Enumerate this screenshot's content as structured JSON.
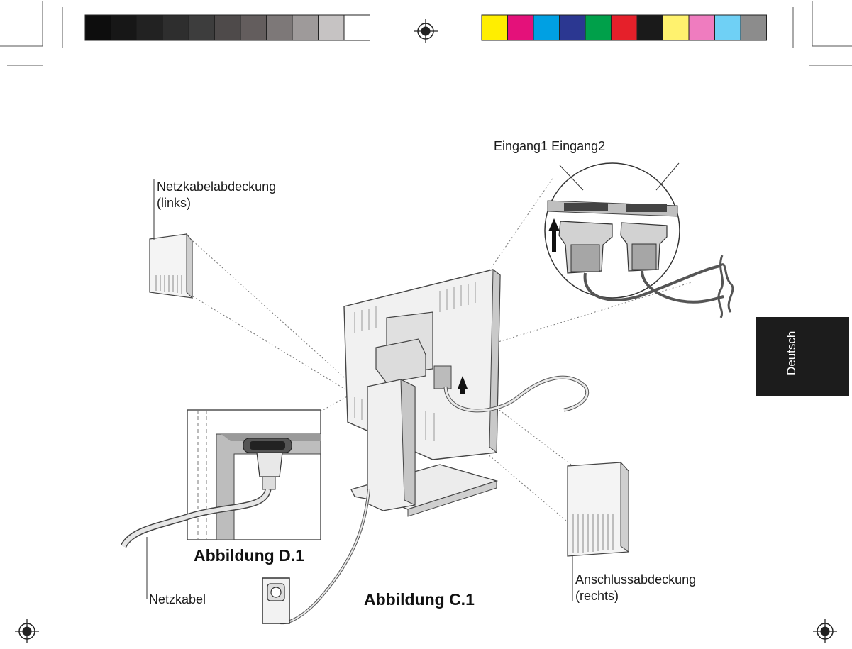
{
  "labels": {
    "inputs": "Eingang1 Eingang2",
    "cover_left_line1": "Netzkabelabdeckung",
    "cover_left_line2": "(links)",
    "cover_right_line1": "Anschlussabdeckung",
    "cover_right_line2": "(rechts)",
    "power_cable": "Netzkabel"
  },
  "captions": {
    "figure_d1": "Abbildung D.1",
    "figure_c1": "Abbildung C.1"
  },
  "side_tab": {
    "language": "Deutsch"
  },
  "color_bar": {
    "grayscale": [
      "#0d0d0d",
      "#171717",
      "#222222",
      "#2e2e2e",
      "#3d3d3d",
      "#4e4a4a",
      "#635d5d",
      "#7d7878",
      "#9e9a9a",
      "#c6c3c3",
      "#ffffff"
    ],
    "process": [
      "#ffee00",
      "#e4117a",
      "#00a0e3",
      "#2b3791",
      "#00a04a",
      "#e5202a",
      "#1a1a1a",
      "#fff26e",
      "#ef7cbf",
      "#6fd0f5",
      "#8c8c8c"
    ]
  }
}
